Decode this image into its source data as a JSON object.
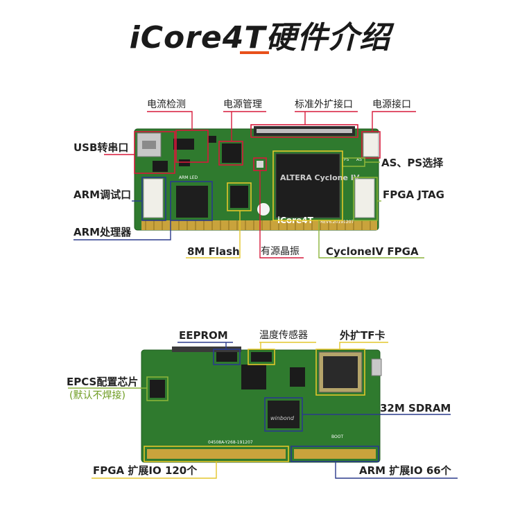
{
  "title": "iCore4T硬件介绍",
  "board_top": {
    "silk": {
      "model": "iCore4T",
      "version": "REV6.20191207",
      "arm_led": "ARM LED",
      "ps": "PS",
      "as": "AS",
      "chip": "ALTERA Cyclone IV"
    },
    "labels": {
      "usb": "USB转串口",
      "current": "电流检测",
      "power_mgmt": "电源管理",
      "ext_port": "标准外扩接口",
      "power_in": "电源接口",
      "as_ps": "AS、PS选择",
      "arm_debug": "ARM调试口",
      "fpga_jtag": "FPGA JTAG",
      "arm_cpu": "ARM处理器",
      "flash": "8M Flash",
      "crystal": "有源晶振",
      "fpga": "CycloneIV FPGA"
    }
  },
  "board_bottom": {
    "silk": {
      "part": "04508A-Y268-191207",
      "boot": "BOOT",
      "sdram_mark": "winbond"
    },
    "labels": {
      "eeprom": "EEPROM",
      "temp": "温度传感器",
      "tf": "外扩TF卡",
      "epcs": "EPCS配置芯片",
      "epcs_note": "(默认不焊接)",
      "sdram": "32M SDRAM",
      "fpga_io": "FPGA 扩展IO 120个",
      "arm_io": "ARM 扩展IO 66个"
    }
  },
  "colors": {
    "pcb": "#2f7a2e",
    "red": "#d7193a",
    "blue": "#2a3a8c",
    "yellow": "#e3c62b",
    "green": "#8bb43a",
    "accent": "#e8501a"
  }
}
